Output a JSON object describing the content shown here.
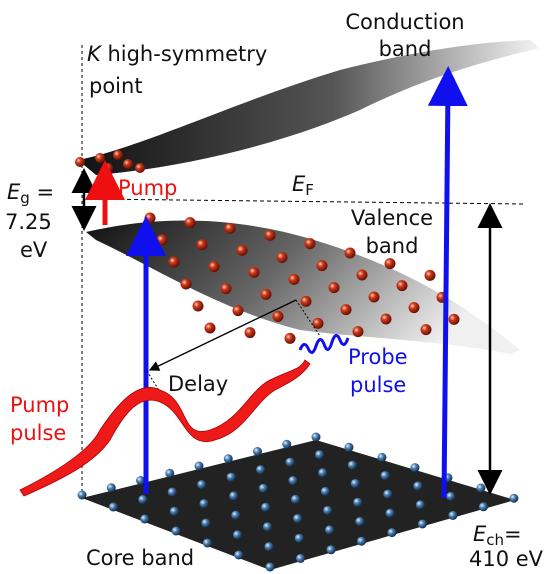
{
  "labels": {
    "k_point_symbol": "K",
    "k_point_rest": " high-symmetry",
    "k_point_line2": "point",
    "conduction_line1": "Conduction",
    "conduction_line2": "band",
    "fermi_symbol": "E",
    "fermi_sub": "F",
    "valence_line1": "Valence",
    "valence_line2": "band",
    "gap_symbol": "E",
    "gap_sub": "g",
    "gap_eq": " =",
    "gap_value": "7.25",
    "gap_unit": "eV",
    "pump_arrow": "Pump",
    "probe_line1": "Probe",
    "probe_line2": "pulse",
    "pump_pulse_line1": "Pump",
    "pump_pulse_line2": "pulse",
    "delay": "Delay",
    "core_band": "Core band",
    "ech_symbol": "E",
    "ech_sub": "ch",
    "ech_eq": "=",
    "ech_value": "410 eV"
  },
  "colors": {
    "pump": "#ee1010",
    "probe": "#1010ee",
    "electron": "#b02010",
    "core_hole": "#3a6fa0",
    "core_plane": "#222222"
  },
  "icons": [
    "electron-sphere",
    "core-electron-sphere"
  ]
}
